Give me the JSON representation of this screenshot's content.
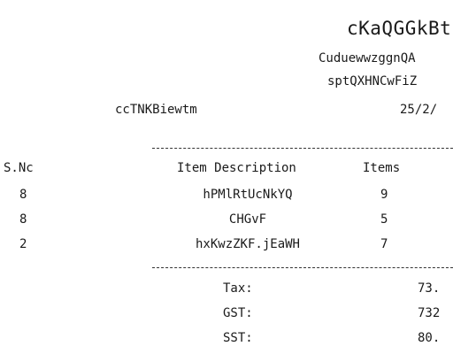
{
  "receipt": {
    "store_name": "cKaQGGkBt",
    "address_line1": "CuduewwzggnQA",
    "address_line2": "sptQXHNCwFiZ",
    "cashier": "ccTNKBiewtm",
    "date": "25/2/"
  },
  "table": {
    "headers": {
      "sno": "S.Nc",
      "description": "Item Description",
      "items": "Items"
    },
    "rows": [
      {
        "sno": "8",
        "description": "hPMlRtUcNkYQ",
        "items": "9"
      },
      {
        "sno": "8",
        "description": "CHGvF",
        "items": "5"
      },
      {
        "sno": "2",
        "description": "hxKwzZKF.jEaWH",
        "items": "7"
      }
    ]
  },
  "totals": [
    {
      "label": "Tax:",
      "value": "73."
    },
    {
      "label": "GST:",
      "value": "732"
    },
    {
      "label": "SST:",
      "value": "80."
    }
  ]
}
